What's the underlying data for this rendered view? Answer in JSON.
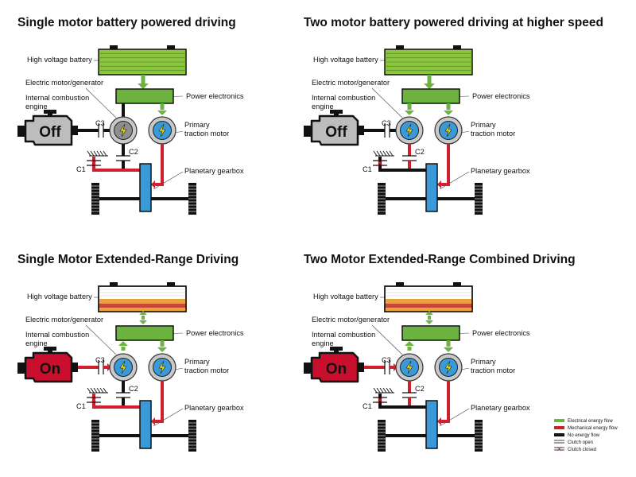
{
  "labels": {
    "battery": "High voltage battery",
    "motor_generator": "Electric motor/generator",
    "ice_line1": "Internal combustion",
    "ice_line2": "engine",
    "power_electronics": "Power electronics",
    "primary_line1": "Primary",
    "primary_line2": "traction motor",
    "planetary": "Planetary gearbox",
    "c1": "C1",
    "c2": "C2",
    "c3": "C3",
    "minus": "−",
    "plus": "+"
  },
  "colors": {
    "electrical": "#6db33f",
    "mechanical": "#d0202f",
    "none": "#111111",
    "motor_blue": "#3a9ad9",
    "gearbox_blue": "#3a9ad9",
    "engine_off": "#bdbdbd",
    "engine_on": "#c8102e",
    "battery_full": "#8cc63f",
    "battery_orange": "#e8a33a",
    "battery_red": "#c8473a",
    "battery_white": "#ffffff"
  },
  "panels": [
    {
      "title": "Single motor battery powered driving",
      "engine_state": "Off",
      "battery": "full",
      "generator_active": false,
      "clutch_c1": "open",
      "clutch_c2": "closed",
      "clutch_c3": "open",
      "battery_flow": "down",
      "ice_shaft": "none",
      "generator_pe_link": "none",
      "generator_down": "none",
      "c1_ground": "mechanical",
      "traction_down": "mechanical"
    },
    {
      "title": "Two motor battery powered driving at higher speed",
      "engine_state": "Off",
      "battery": "full",
      "generator_active": true,
      "clutch_c1": "open",
      "clutch_c2": "closed",
      "clutch_c3": "open",
      "battery_flow": "down",
      "ice_shaft": "none",
      "generator_pe_link": "electrical",
      "generator_down": "mechanical",
      "c1_ground": "none",
      "traction_down": "mechanical"
    },
    {
      "title": "Single Motor Extended-Range Driving",
      "engine_state": "On",
      "battery": "low",
      "generator_active": true,
      "clutch_c1": "open",
      "clutch_c2": "closed",
      "clutch_c3": "open",
      "battery_flow": "both",
      "ice_shaft": "mechanical",
      "generator_pe_link": "electrical-up",
      "generator_down": "none",
      "c1_ground": "mechanical",
      "traction_down": "mechanical"
    },
    {
      "title": "Two Motor Extended-Range Combined Driving",
      "engine_state": "On",
      "battery": "low",
      "generator_active": true,
      "clutch_c1": "open",
      "clutch_c2": "closed",
      "clutch_c3": "open",
      "battery_flow": "both",
      "ice_shaft": "mechanical",
      "generator_pe_link": "electrical-up",
      "generator_down": "mechanical",
      "c1_ground": "none",
      "traction_down": "mechanical"
    }
  ],
  "legend": [
    {
      "label": "Electrical energy flow",
      "kind": "electrical"
    },
    {
      "label": "Mechanical energy flow",
      "kind": "mechanical"
    },
    {
      "label": "No energy flow",
      "kind": "none"
    },
    {
      "label": "Clutch open",
      "kind": "clutch-open"
    },
    {
      "label": "Clutch closed",
      "kind": "clutch-closed"
    }
  ]
}
